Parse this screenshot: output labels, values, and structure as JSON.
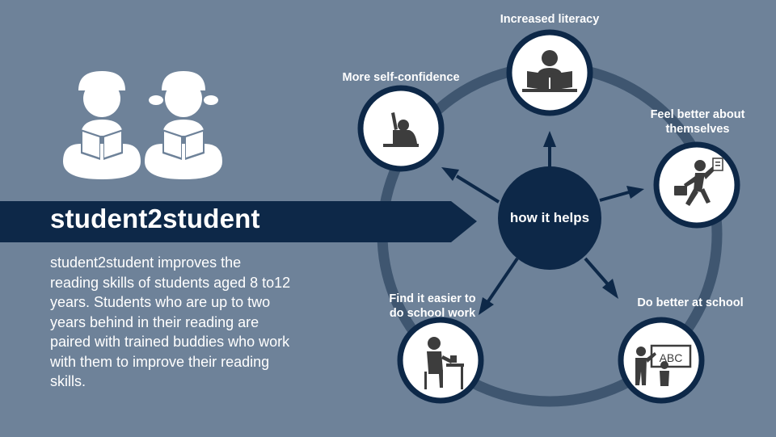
{
  "title": "student2student",
  "description": "student2student improves the reading skills of students aged 8 to12 years. Students who are up to two years behind in their reading are paired with trained buddies who work with them to improve their reading skills.",
  "hub_label": "how it helps",
  "outcomes": [
    {
      "label_lines": [
        "Increased literacy"
      ],
      "icon": "reading-person-icon"
    },
    {
      "label_lines": [
        "Feel better about",
        "themselves"
      ],
      "icon": "jumping-person-icon"
    },
    {
      "label_lines": [
        "Do better at school"
      ],
      "icon": "teacher-board-icon"
    },
    {
      "label_lines": [
        "Find it easier to",
        "do school work"
      ],
      "icon": "student-desk-icon"
    },
    {
      "label_lines": [
        "More self-confidence"
      ],
      "icon": "raised-hand-icon"
    }
  ],
  "board_text": "ABC",
  "icons": {
    "hero": "reading-children-icon"
  },
  "colors": {
    "background": "#6e8299",
    "navy": "#0d2848",
    "ring": "#3f5670",
    "white": "#ffffff",
    "icon_dark": "#3d3d3d"
  }
}
